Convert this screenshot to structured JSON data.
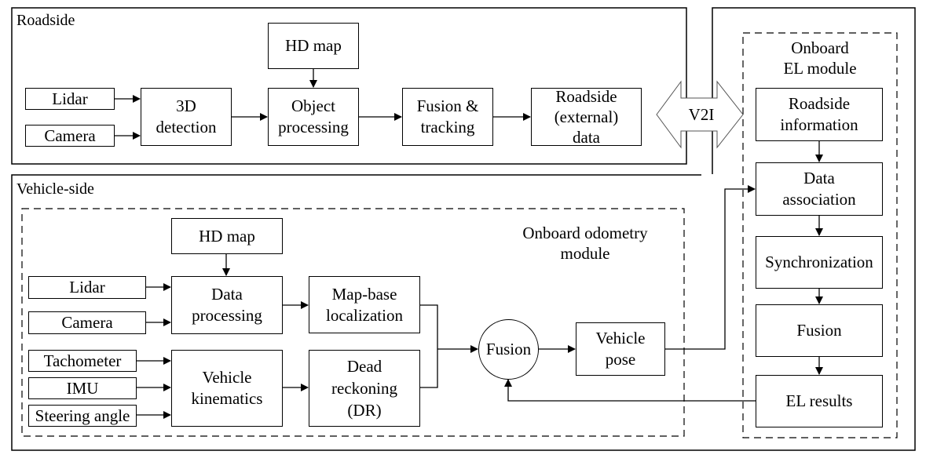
{
  "regions": {
    "roadside": "Roadside",
    "vehicle_side": "Vehicle-side",
    "odometry_module": "Onboard odometry\nmodule",
    "el_module": "Onboard\nEL module"
  },
  "link": {
    "v2i": "V2I"
  },
  "roadside_blocks": {
    "hd_map": "HD map",
    "lidar": "Lidar",
    "camera": "Camera",
    "detection_3d": "3D\ndetection",
    "object_processing": "Object\nprocessing",
    "fusion_tracking": "Fusion &\ntracking",
    "roadside_data": "Roadside\n(external)\ndata"
  },
  "vehicle_blocks": {
    "hd_map": "HD map",
    "lidar": "Lidar",
    "camera": "Camera",
    "tachometer": "Tachometer",
    "imu": "IMU",
    "steering_angle": "Steering angle",
    "data_processing": "Data\nprocessing",
    "vehicle_kinematics": "Vehicle\nkinematics",
    "map_localization": "Map-base\nlocalization",
    "dead_reckoning": "Dead\nreckoning\n(DR)",
    "fusion": "Fusion",
    "vehicle_pose": "Vehicle\npose"
  },
  "el_blocks": {
    "roadside_information": "Roadside\ninformation",
    "data_association": "Data\nassociation",
    "synchronization": "Synchronization",
    "fusion": "Fusion",
    "el_results": "EL results"
  }
}
